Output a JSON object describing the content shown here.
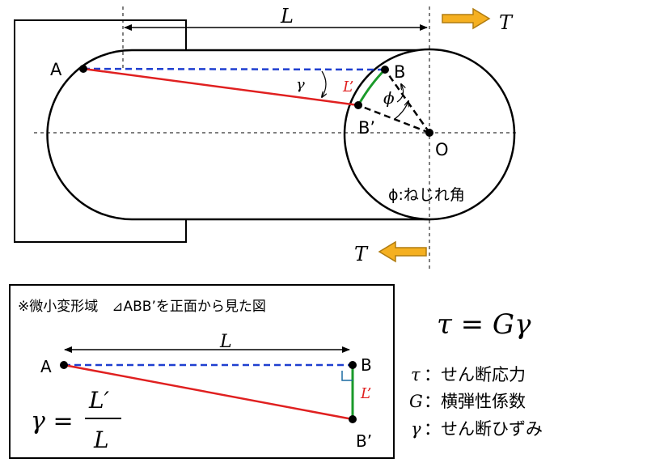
{
  "top_figure": {
    "length_label": "L",
    "torque_label_top": "T",
    "torque_label_bottom": "T",
    "point_a": "A",
    "point_b": "B",
    "point_b_prime": "B’",
    "point_o": "O",
    "gamma_symbol": "γ",
    "phi_symbol": "ϕ",
    "arc_label": "L’",
    "twist_angle_note": "ϕ:ねじれ角",
    "colors": {
      "line_ab": "#1f3fd0",
      "line_ab_prime": "#e02020",
      "arc_bb_prime": "#1a9a2a",
      "arrow_fill": "#f5b021",
      "arrow_stroke": "#b07c10",
      "outline": "#000000"
    }
  },
  "inset": {
    "caption": "※微小変形域　⊿ABB’を正面から見た図",
    "length_label": "L",
    "point_a": "A",
    "point_b": "B",
    "point_b_prime": "B’",
    "segment_label": "L’",
    "formula_lhs": "γ =",
    "formula_numerator": "L′",
    "formula_denominator": "L"
  },
  "equation": {
    "main": "τ = Gγ",
    "definitions": [
      {
        "symbol": "τ",
        "text": "：せん断応力"
      },
      {
        "symbol": "G",
        "text": "：横弾性係数"
      },
      {
        "symbol": "γ",
        "text": "：せん断ひずみ"
      }
    ]
  }
}
